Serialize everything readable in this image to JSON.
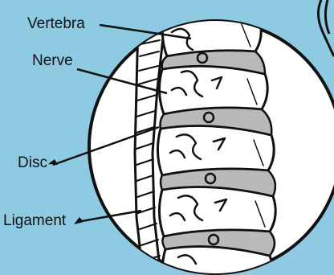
{
  "labels": {
    "vertebra": "Vertebra",
    "nerve": "Nerve",
    "disc": "Disc",
    "ligament": "Ligament"
  },
  "colors": {
    "background": "#8ecbe3",
    "magnifier_fill": "#ffffff",
    "ink": "#111111",
    "disc_shading": "#b9b9b9"
  }
}
